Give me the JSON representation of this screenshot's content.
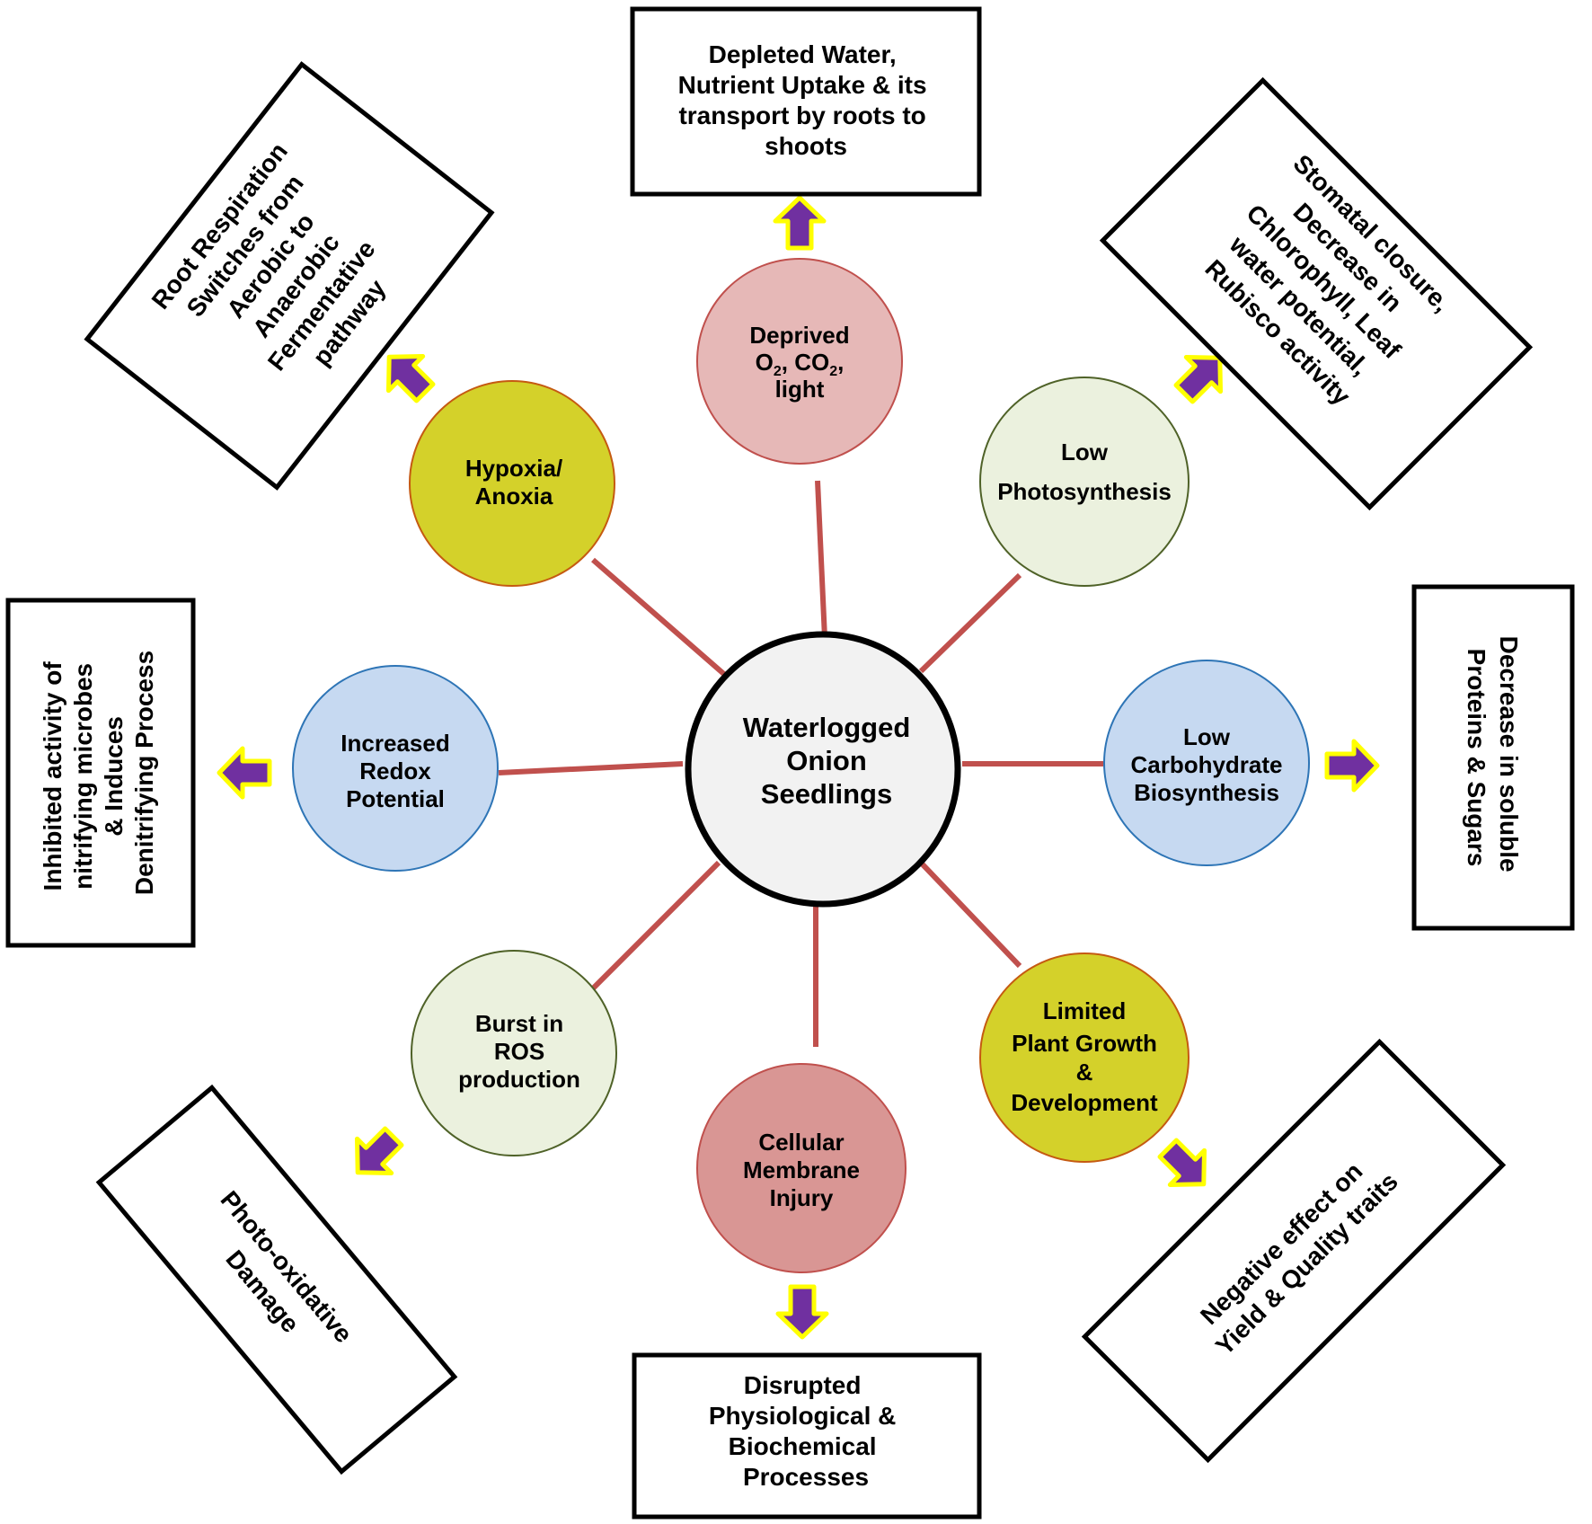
{
  "colors": {
    "spoke": "#c0504d",
    "arrow_fill": "#7030a0",
    "arrow_outline": "#ffff00",
    "pink": "#e6b8b7",
    "pink_edge": "#c0504d",
    "cream": "#ebf1de",
    "cream_edge": "#4f6228",
    "yellow": "#d4d12a",
    "yellow_edge": "#c55a11",
    "blue": "#c6d9f1",
    "blue_edge": "#2e75b6",
    "rose": "#d99694",
    "rose_edge": "#c0504d"
  },
  "center": {
    "lines": [
      "Waterlogged",
      "Onion",
      "Seedlings"
    ]
  },
  "nodes": [
    {
      "id": "deprived",
      "color": "pink",
      "lines": [
        "Deprived",
        "O2, CO2,",
        "light"
      ]
    },
    {
      "id": "photosynthesis",
      "color": "cream",
      "lines": [
        "Low",
        "Photosynthesis"
      ]
    },
    {
      "id": "carbohydrate",
      "color": "blue",
      "lines": [
        "Low",
        "Carbohydrate",
        "Biosynthesis"
      ]
    },
    {
      "id": "growth",
      "color": "yellow",
      "lines": [
        "Limited",
        "Plant Growth",
        "&",
        "Development"
      ]
    },
    {
      "id": "membrane",
      "color": "rose",
      "lines": [
        "Cellular",
        "Membrane",
        "Injury"
      ]
    },
    {
      "id": "ros",
      "color": "cream",
      "lines": [
        "Burst  in",
        "ROS",
        "production"
      ]
    },
    {
      "id": "redox",
      "color": "blue",
      "lines": [
        "Increased",
        "Redox",
        "Potential"
      ]
    },
    {
      "id": "hypoxia",
      "color": "yellow",
      "lines": [
        "Hypoxia/",
        "Anoxia"
      ]
    }
  ],
  "boxes": [
    {
      "id": "depleted-water",
      "lines": [
        "Depleted Water,",
        "Nutrient Uptake & its",
        "transport  by roots  to",
        "shoots"
      ]
    },
    {
      "id": "stomatal",
      "lines": [
        "Stomatal closure,",
        "Decrease in",
        "Chlorophyll, Leaf",
        "water potential,",
        "Rubisco activity"
      ]
    },
    {
      "id": "soluble",
      "lines": [
        "Decrease in soluble",
        "Proteins & Sugars"
      ]
    },
    {
      "id": "yield",
      "lines": [
        "Negative effect on",
        "Yield & Quality traits"
      ]
    },
    {
      "id": "disrupted",
      "lines": [
        "Disrupted",
        "Physiological &",
        "Biochemical",
        "Processes"
      ]
    },
    {
      "id": "photo-oxidative",
      "lines": [
        "Photo-oxidative",
        "Damage"
      ]
    },
    {
      "id": "nitrifying",
      "lines": [
        "Inhibited activity of",
        "nitrifying microbes",
        "& Induces",
        "Denitrifying Process"
      ]
    },
    {
      "id": "respiration",
      "lines": [
        "Root Respiration",
        "Switches from",
        "Aerobic to",
        "Anaerobic",
        "Fermentative",
        "pathway"
      ]
    }
  ]
}
